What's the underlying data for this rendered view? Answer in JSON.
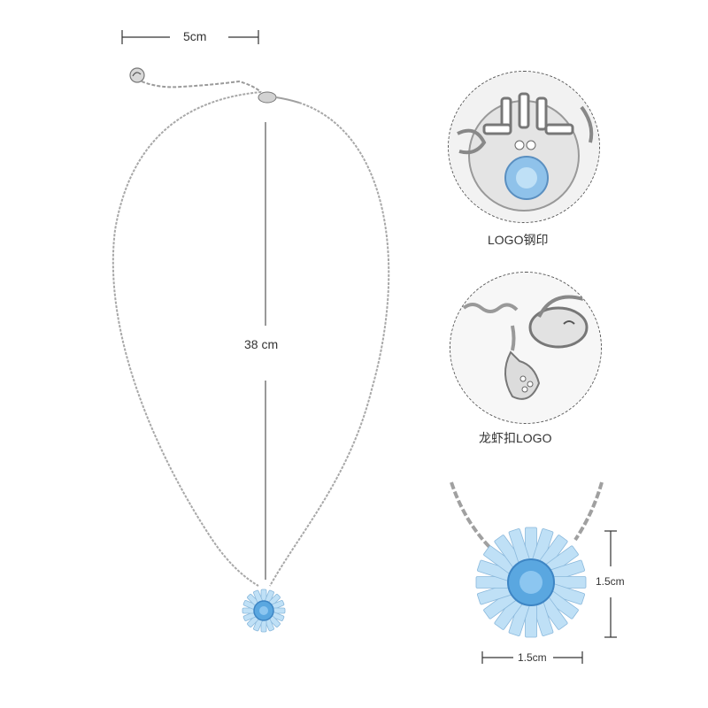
{
  "dimensions": {
    "chain_width": "5cm",
    "chain_length": "38 cm",
    "pendant_height": "1.5cm",
    "pendant_width": "1.5cm"
  },
  "details": [
    {
      "caption": "LOGO钢印"
    },
    {
      "caption": "龙虾扣LOGO"
    }
  ],
  "colors": {
    "crystal_blue": "#5aa7e0",
    "petal_light_blue": "#bfe0f6",
    "silver": "#b8b8b8"
  }
}
